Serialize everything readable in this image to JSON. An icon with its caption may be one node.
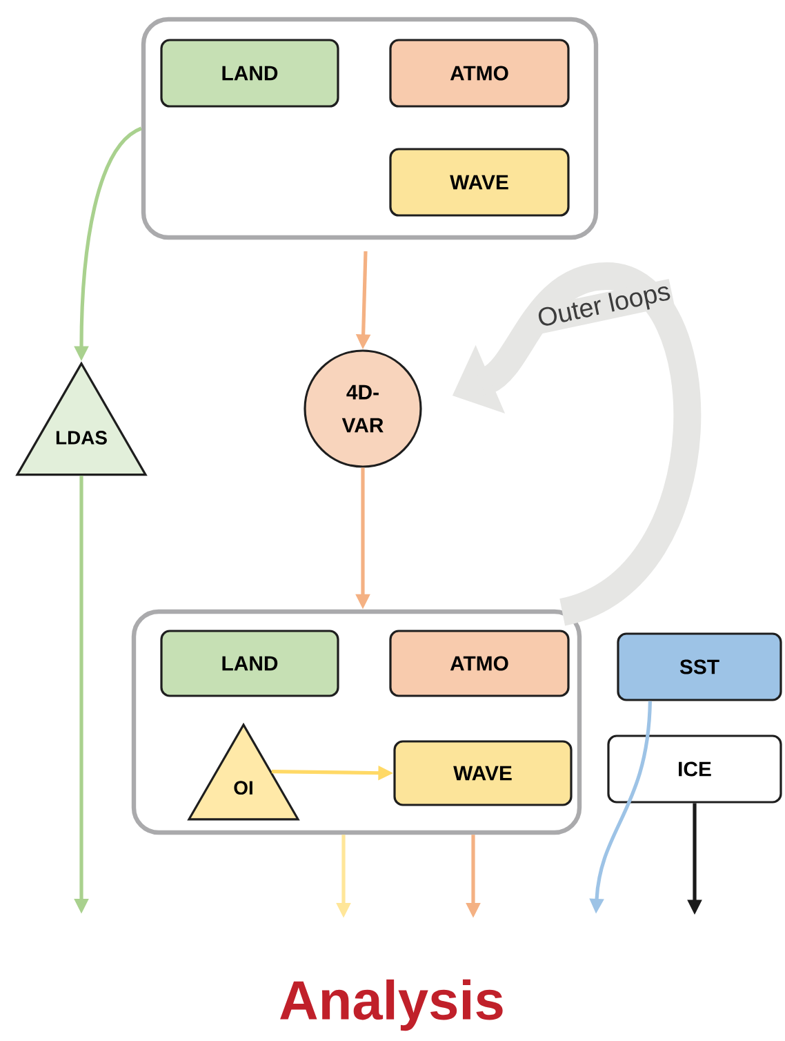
{
  "diagram": {
    "nodes": [
      {
        "text": [],
        "shape": "box"
      },
      {
        "text": [
          "LAND"
        ],
        "in": 0
      },
      {
        "text": [
          "ATMO"
        ],
        "in": 0
      },
      {
        "text": [
          "WAVE"
        ],
        "in": 0
      },
      {
        "text": [
          "LDAS"
        ]
      },
      {
        "text": [
          "4D- VAR"
        ]
      },
      {
        "text": [],
        "shape": "box"
      },
      {
        "text": [
          "LAND"
        ],
        "in": 6
      },
      {
        "text": [
          "ATMO"
        ],
        "in": 6
      },
      {
        "text": [
          "OI"
        ],
        "in": 6
      },
      {
        "text": [
          "WAVE"
        ],
        "in": 6
      },
      {
        "text": [
          "SST"
        ]
      },
      {
        "text": [
          "ICE"
        ]
      }
    ],
    "edges": [
      {
        "from": 0,
        "to": 4,
        "arrow": "to",
        "color": "#a9d18e"
      },
      {
        "from": 4,
        "to": null,
        "arrow": "to",
        "color": "#a9d18e"
      },
      {
        "from": 0,
        "to": 5,
        "arrow": "to"
      },
      {
        "from": 5,
        "to": 6,
        "arrow": "to"
      },
      {
        "from": 9,
        "to": 10,
        "arrow": "to",
        "color": "#ffd966"
      },
      {
        "from": 6,
        "to": null,
        "arrow": "to",
        "color": "#ffe699"
      },
      {
        "from": 6,
        "to": null,
        "arrow": "to"
      },
      {
        "from": 11,
        "to": null,
        "arrow": "to",
        "color": "#9dc3e6"
      },
      {
        "from": 12,
        "to": null,
        "arrow": "to",
        "color": "#1a1a1a"
      },
      {
        "from": 6,
        "to": 5,
        "arrow": "to",
        "label": "Outer loops",
        "style": "thick",
        "color": "#e6e6e4"
      }
    ],
    "labels": [
      "Analysis"
    ]
  }
}
